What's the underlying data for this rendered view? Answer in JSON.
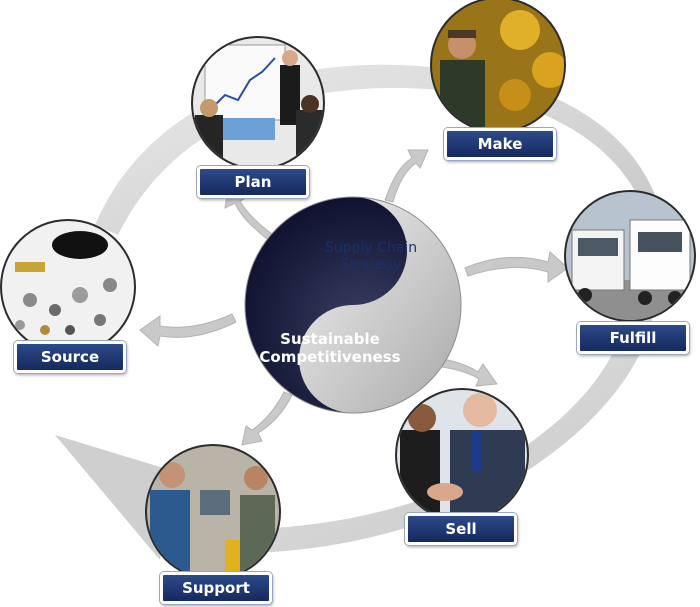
{
  "center": {
    "top_text": "Supply Chain Strategy",
    "bottom_text": "Sustainable Competitiveness"
  },
  "stages": [
    {
      "key": "plan",
      "label": "Plan",
      "icon": "presentation-meeting-icon"
    },
    {
      "key": "make",
      "label": "Make",
      "icon": "factory-worker-icon"
    },
    {
      "key": "fulfill",
      "label": "Fulfill",
      "icon": "delivery-trucks-icon"
    },
    {
      "key": "sell",
      "label": "Sell",
      "icon": "handshake-icon"
    },
    {
      "key": "support",
      "label": "Support",
      "icon": "support-staff-icon"
    },
    {
      "key": "source",
      "label": "Source",
      "icon": "parts-components-icon"
    }
  ],
  "colors": {
    "label_bg": "#1f3877",
    "cycle_arrow": "#d4d4d4",
    "center_dark": "#15193a",
    "center_light": "#cfcfcf",
    "strategy_text": "#1b2f6a"
  }
}
